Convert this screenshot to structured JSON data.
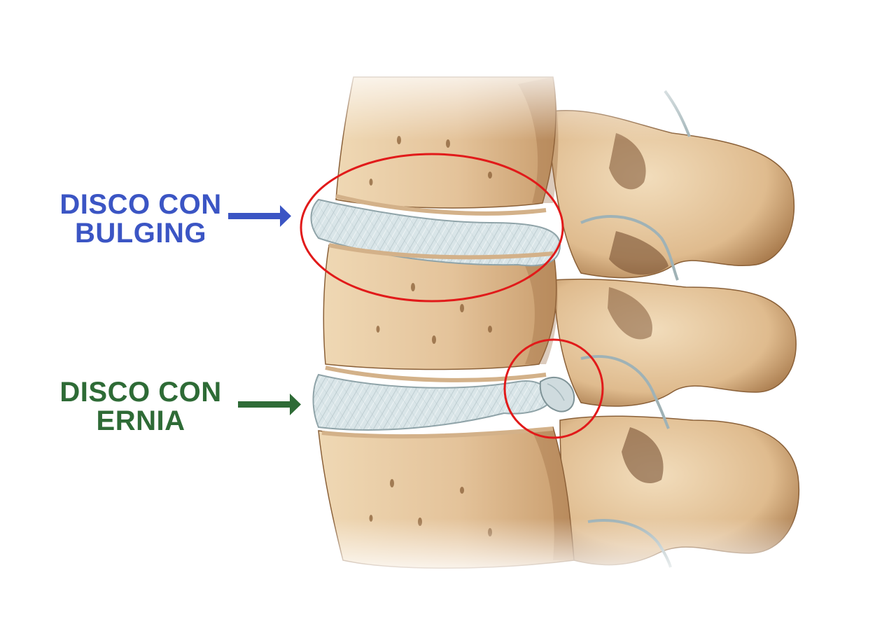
{
  "labels": {
    "bulging": {
      "line1": "DISCO CON",
      "line2": "BULGING"
    },
    "ernia": {
      "line1": "DISCO CON",
      "line2": "ERNIA"
    }
  },
  "colors": {
    "bulging": "#3b55c4",
    "ernia": "#2e6b36",
    "highlight": "#e11a1a",
    "bone": "#e9cca2",
    "bone_shadow": "#8a6038",
    "disc": "#d7e3e6"
  },
  "icons": {
    "bulging_pointer": "arrow-right-icon",
    "ernia_pointer": "arrow-right-icon"
  }
}
